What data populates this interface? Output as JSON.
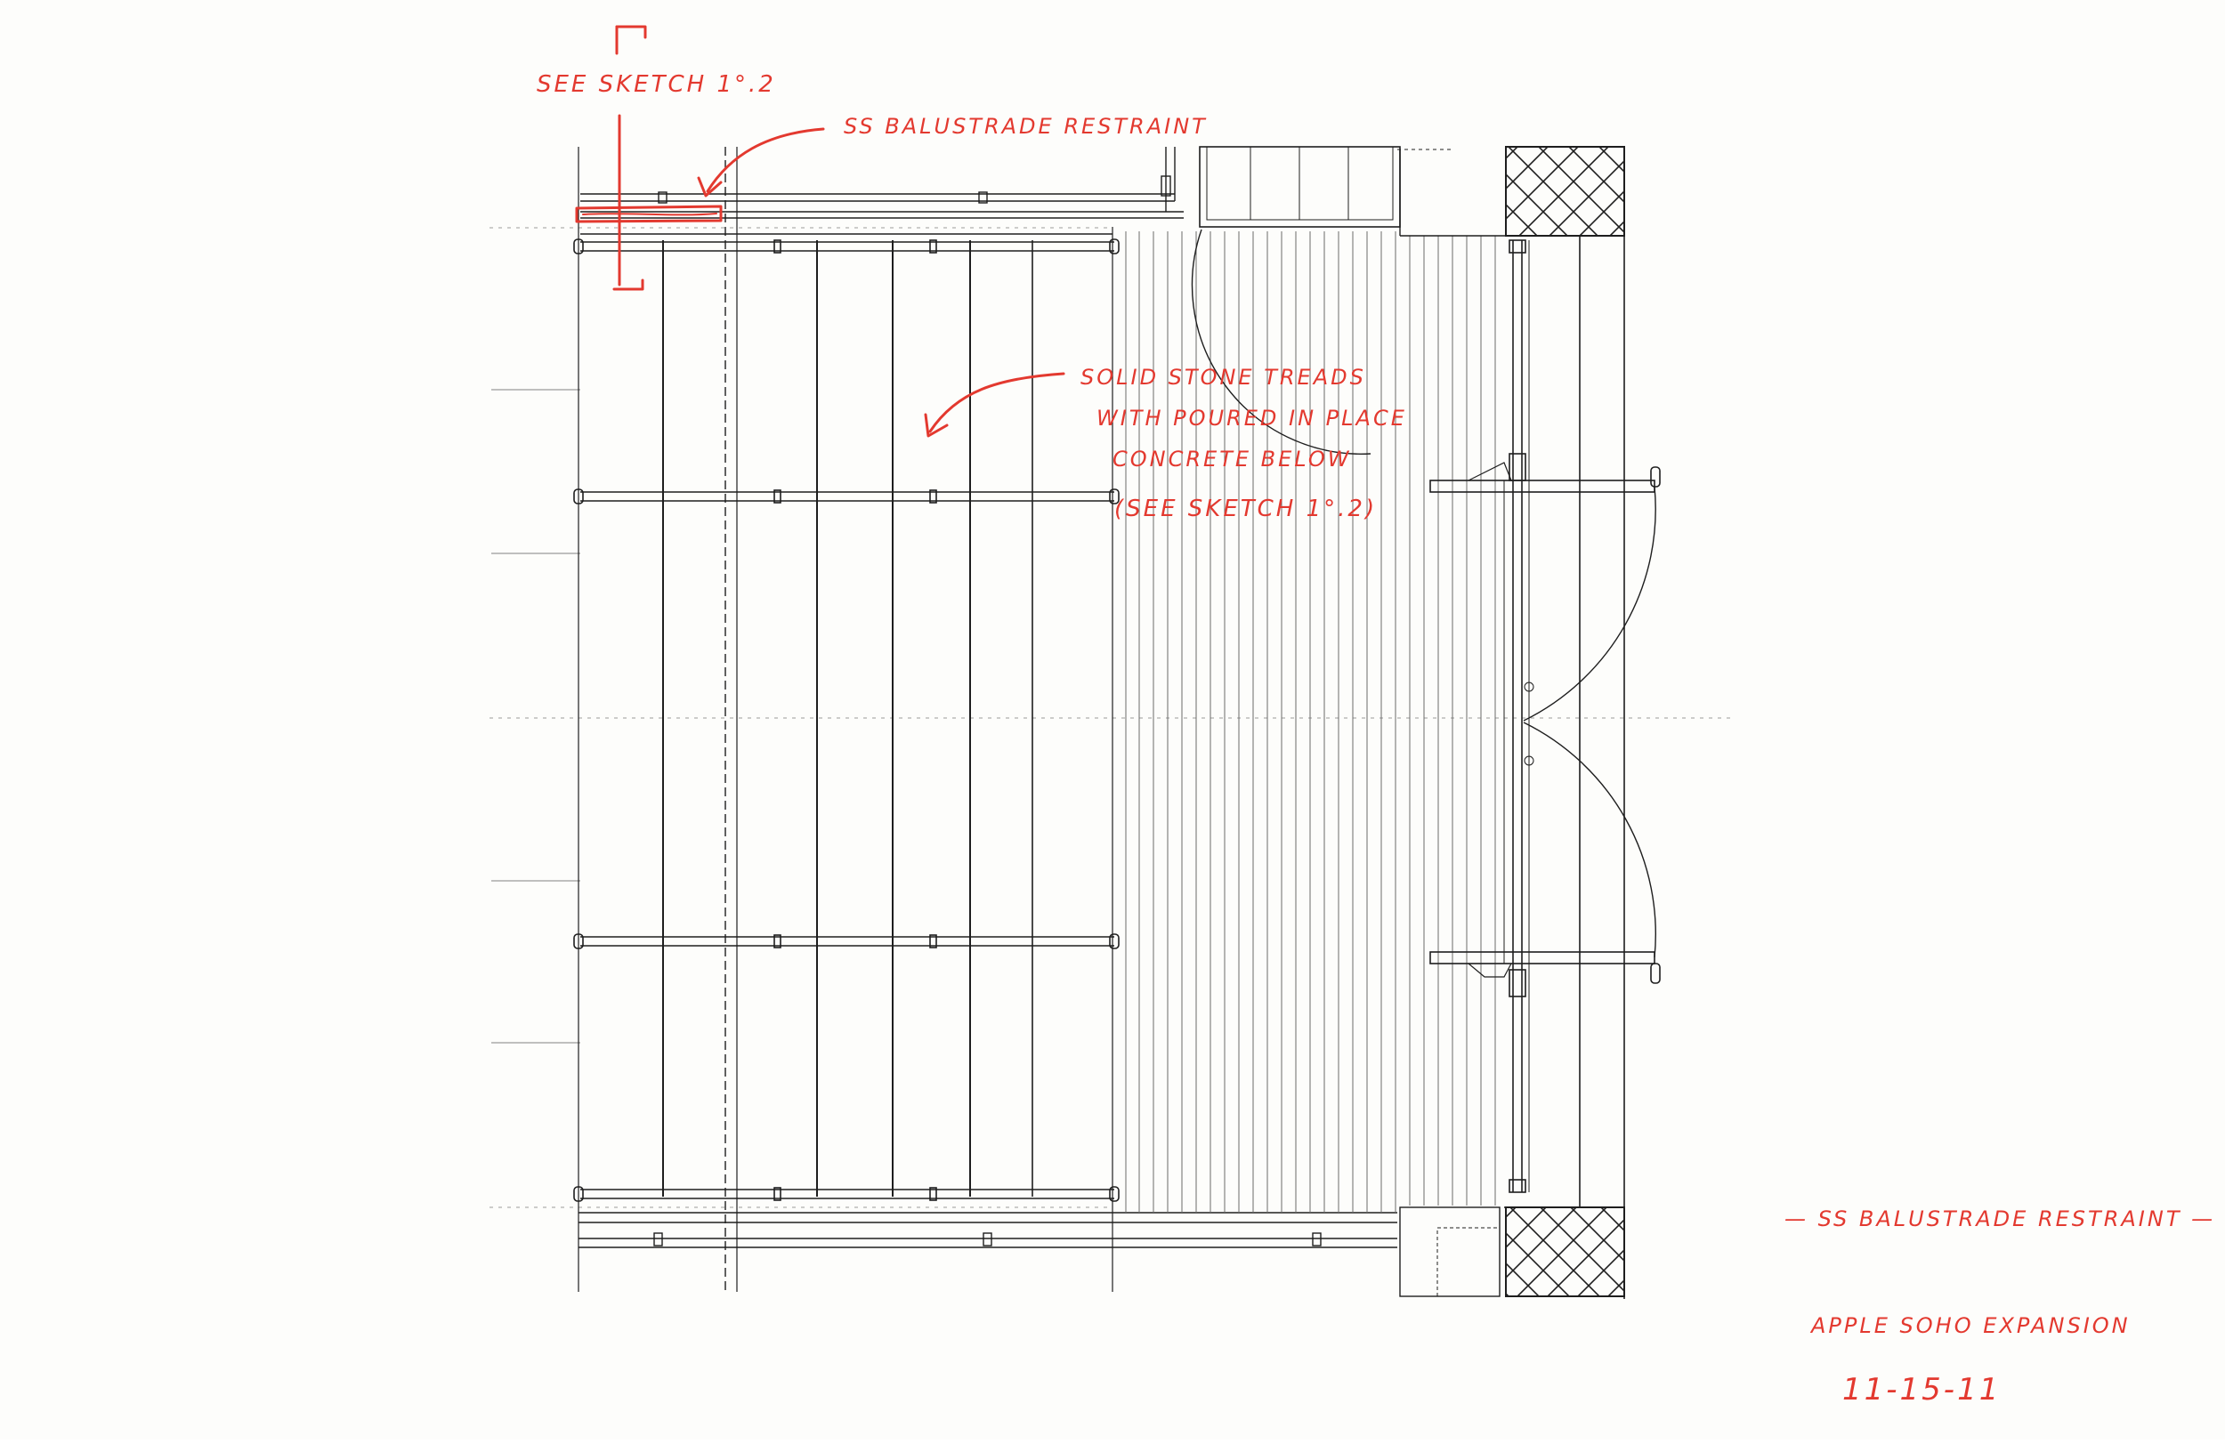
{
  "annotations": {
    "section_marker_note": "SEE SKETCH 1°.2",
    "restraint_callout": "SS BALUSTRADE RESTRAINT",
    "treads_line1": "SOLID STONE TREADS",
    "treads_line2": "WITH POURED IN PLACE",
    "treads_line3": "CONCRETE BELOW",
    "treads_line4": "(SEE SKETCH 1°.2)",
    "legend": "— SS BALUSTRADE RESTRAINT —",
    "project": "APPLE SOHO EXPANSION",
    "date": "11-15-11"
  },
  "colors": {
    "markup_red": "#e3392f",
    "linework": "#1e1e1e",
    "paper": "#fdfdfb"
  }
}
